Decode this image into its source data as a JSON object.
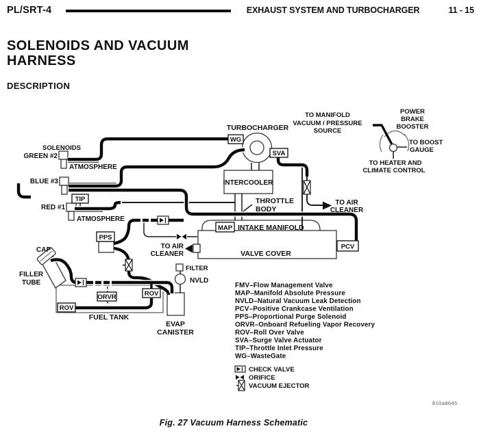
{
  "header": {
    "model": "PL/SRT-4",
    "section": "EXHAUST SYSTEM AND TURBOCHARGER",
    "page": "11 - 15"
  },
  "title": {
    "line1": "SOLENOIDS AND VACUUM",
    "line2": "HARNESS"
  },
  "description_heading": "DESCRIPTION",
  "diagram": {
    "turbocharger": "TURBOCHARGER",
    "wg": "WG",
    "sva": "SVA",
    "intercooler": "INTERCOOLER",
    "throttle_body": [
      "THROTTLE",
      "BODY"
    ],
    "map": "MAP",
    "intake_manifold": "INTAKE MANIFOLD",
    "valve_cover": "VALVE COVER",
    "pcv": "PCV",
    "solenoids_heading": "SOLENOIDS",
    "green_solenoid": "GREEN #2",
    "blue_solenoid": "BLUE #3",
    "red_solenoid": "RED #1",
    "atmosphere_upper": "ATMOSPHERE",
    "atmosphere_lower": "ATMOSPHERE",
    "tip": "TIP",
    "pps": "PPS",
    "to_manifold_source": [
      "TO MANIFOLD",
      "VACUUM / PRESSURE",
      "SOURCE"
    ],
    "power_brake_booster": [
      "POWER",
      "BRAKE",
      "BOOSTER"
    ],
    "to_boost_gauge": [
      "TO BOOST",
      "GAUGE"
    ],
    "to_heater": [
      "TO HEATER AND",
      "CLIMATE CONTROL"
    ],
    "to_air_cleaner_right": [
      "TO AIR",
      "CLEANER"
    ],
    "to_air_cleaner_left": [
      "TO AIR",
      "CLEANER"
    ],
    "cap": "CAP",
    "filler_tube": [
      "FILLER",
      "TUBE"
    ],
    "fuel_tank": "FUEL TANK",
    "orvr": "ORVR",
    "rov_left": "ROV",
    "rov_right": "ROV",
    "evap_canister": [
      "EVAP",
      "CANISTER"
    ],
    "filter": "FILTER",
    "nvld": "NVLD"
  },
  "legend": {
    "items": [
      "FMV–Flow Management Valve",
      "MAP–Manifold Absolute Pressure",
      "NVLD–Natural Vacuum Leak Detection",
      "PCV–Positive Crankcase Ventilation",
      "PPS–Proportional Purge Solenoid",
      "ORVR–Onboard Refueling Vapor Recovery",
      "ROV–Roll Over Valve",
      "SVA–Surge Valve Actuator",
      "TIP–Throttle Inlet Pressure",
      "WG–WasteGate"
    ]
  },
  "symbols": {
    "check_valve": "CHECK VALVE",
    "orifice": "ORIFICE",
    "vacuum_ejector": "VACUUM EJECTOR"
  },
  "figure": {
    "caption": "Fig. 27 Vacuum Harness Schematic",
    "code": "810a8645"
  }
}
